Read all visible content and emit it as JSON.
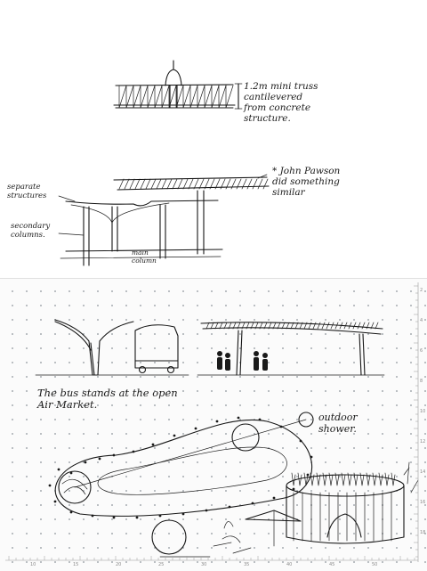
{
  "sheet_top": {
    "note_truss": "1.2m mini truss\ncantilevered\nfrom concrete\nstructure.",
    "note_pawson": "* John Pawson\ndid something\nsimilar",
    "label_separate": "separate\nstructures",
    "label_secondary": "secondary\ncolumns.",
    "label_main": "main\ncolumn"
  },
  "sheet_bottom": {
    "caption_bus": "The bus stands at the open\nAir Market.",
    "label_shower": "outdoor\nshower."
  },
  "ruler": {
    "bottom": [
      "10",
      "15",
      "20",
      "25",
      "30",
      "35",
      "40",
      "45",
      "50"
    ],
    "right": [
      "2",
      "4",
      "6",
      "8",
      "10",
      "12",
      "14",
      "16",
      "18"
    ]
  }
}
